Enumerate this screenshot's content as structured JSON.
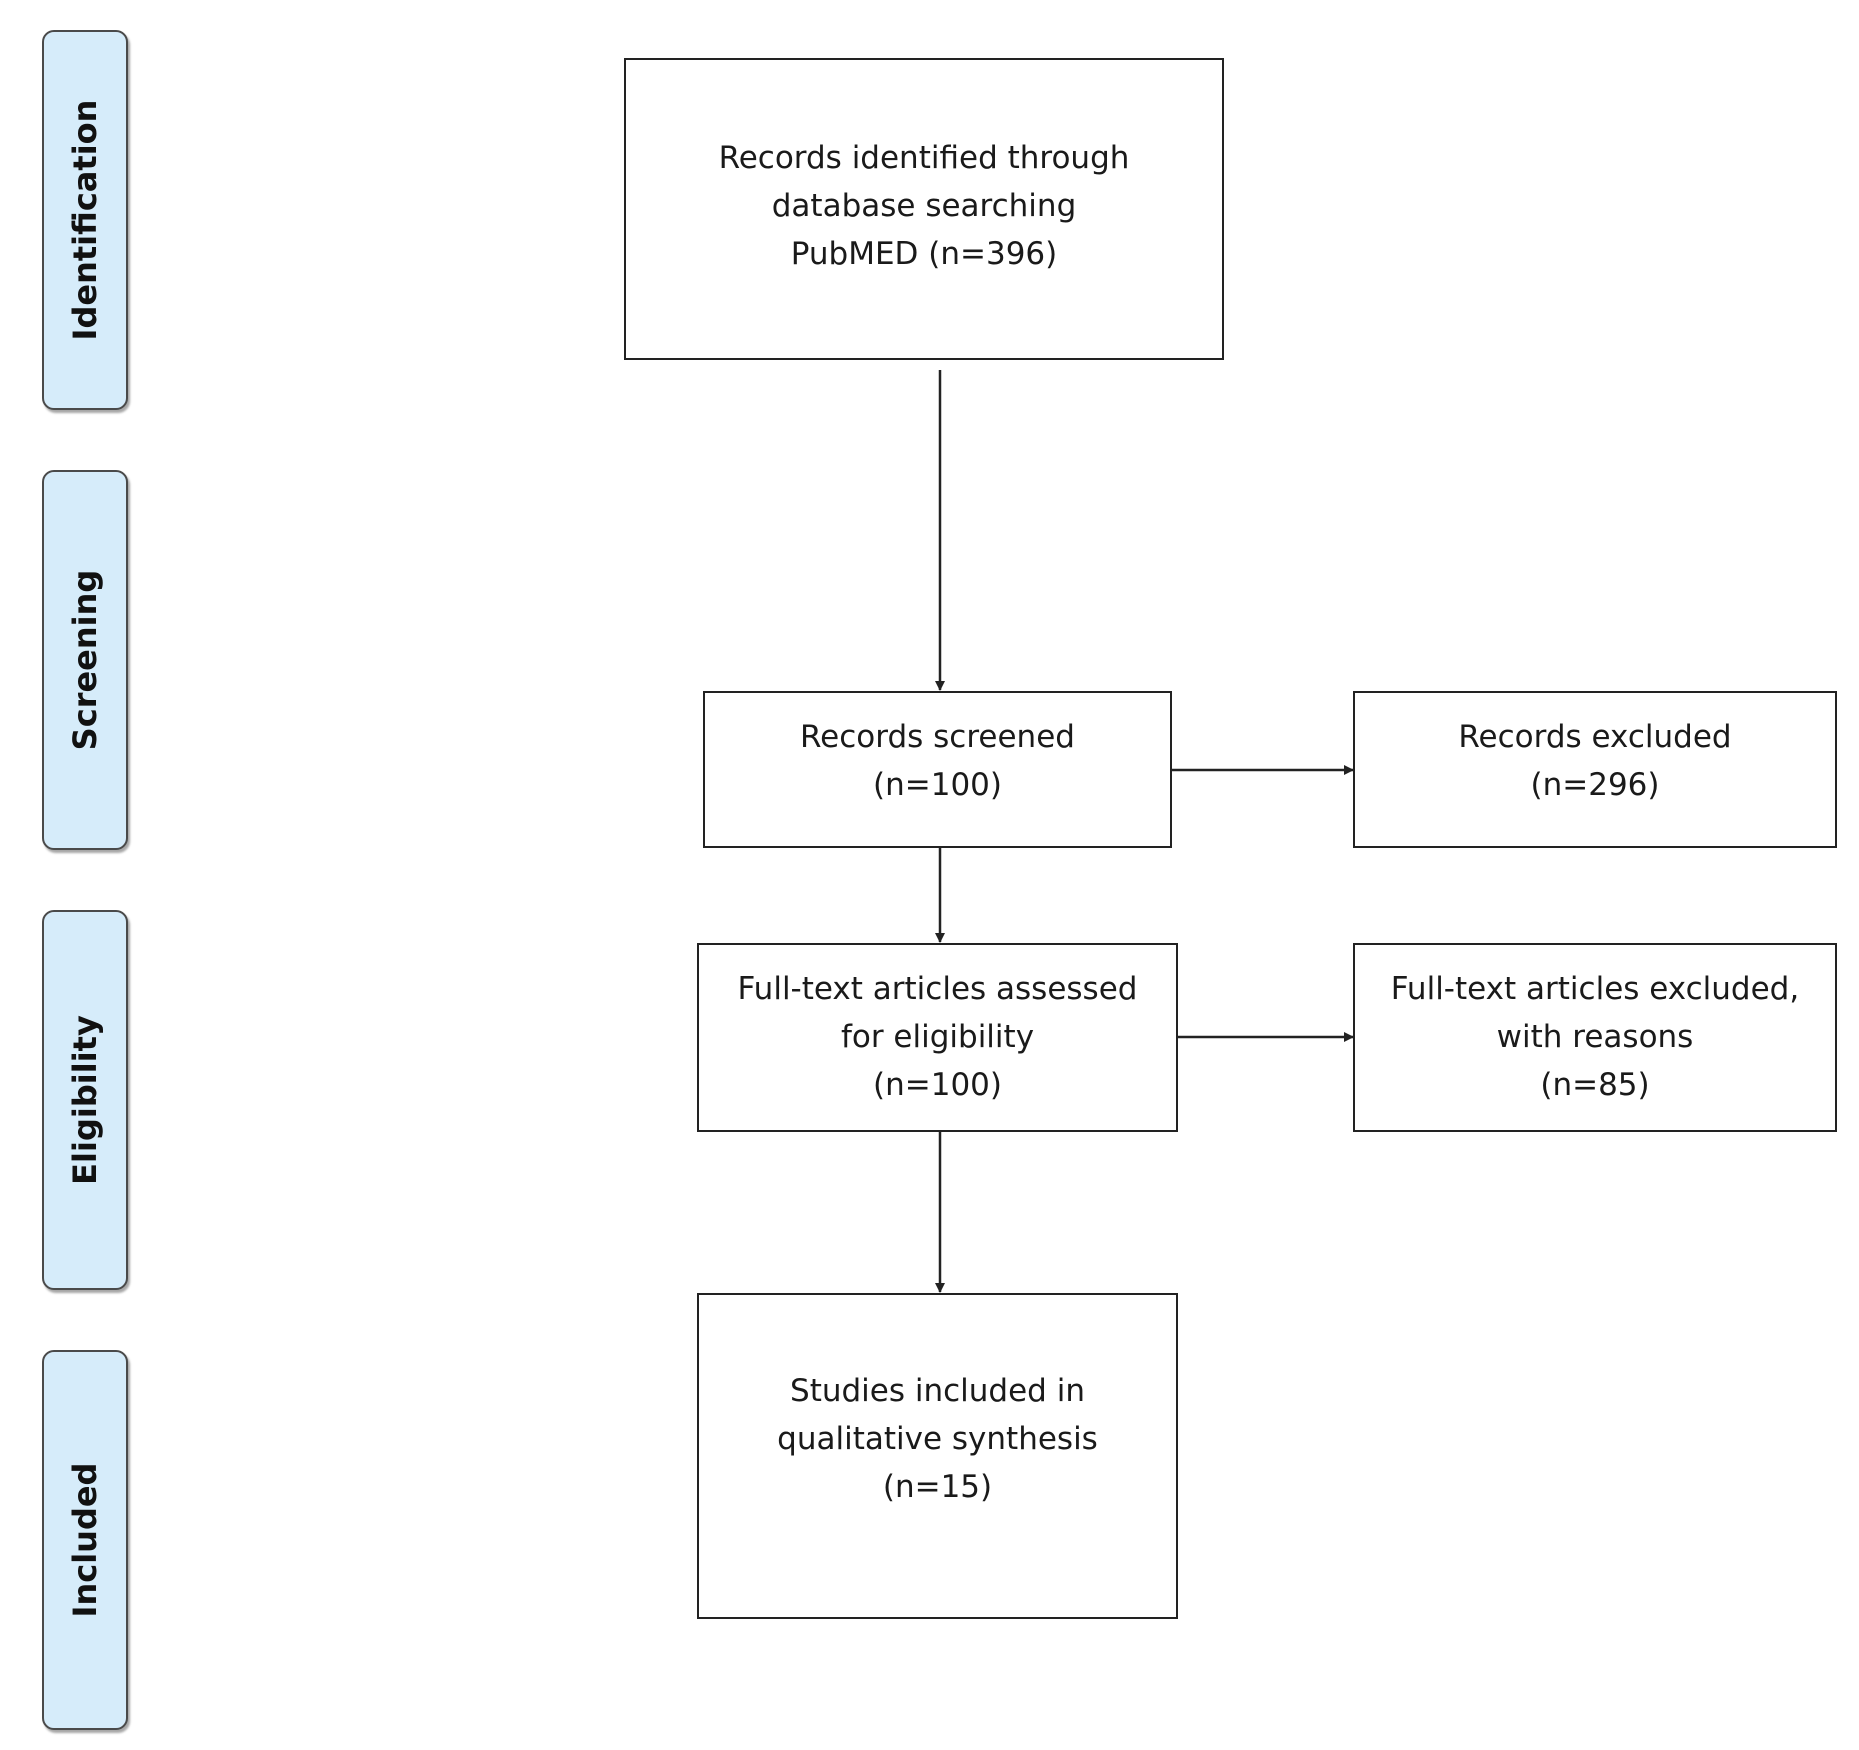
{
  "phases": {
    "identification": "Identification",
    "screening": "Screening",
    "eligibility": "Eligibility",
    "included": "Included"
  },
  "boxes": {
    "identified": {
      "line1": "Records identified through",
      "line2": "database searching",
      "line3": "PubMED (n=396)"
    },
    "screened": {
      "line1": "Records screened",
      "line2": "(n=100)"
    },
    "excluded": {
      "line1": "Records excluded",
      "line2": "(n=296)"
    },
    "fulltext": {
      "line1": "Full-text articles assessed",
      "line2": "for eligibility",
      "line3": "(n=100)"
    },
    "fulltext_excluded": {
      "line1": "Full-text articles excluded,",
      "line2": "with reasons",
      "line3": "(n=85)"
    },
    "included": {
      "line1": "Studies included in",
      "line2": "qualitative synthesis",
      "line3": "(n=15)"
    }
  },
  "colors": {
    "phase_fill": "#d6ecfa",
    "stroke": "#222222"
  }
}
